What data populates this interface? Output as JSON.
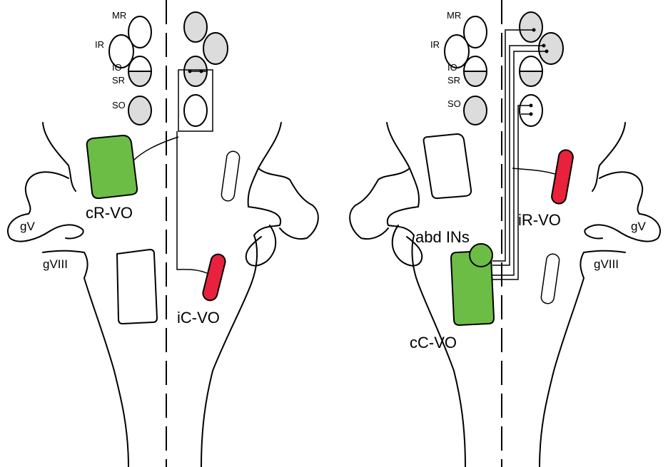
{
  "left_panel": {
    "muscle_labels": [
      "MR",
      "IR",
      "IO",
      "SR",
      "SO"
    ],
    "nucleus_green": "cR-VO",
    "nucleus_red": "iC-VO",
    "ganglion_v": "gV",
    "ganglion_viii": "gVIII"
  },
  "right_panel": {
    "muscle_labels": [
      "MR",
      "IR",
      "IO",
      "SR",
      "SO"
    ],
    "interneurons": "abd INs",
    "nucleus_green": "cC-VO",
    "nucleus_red": "iR-VO",
    "ganglion_v": "gV",
    "ganglion_viii": "gVIII"
  },
  "colors": {
    "green": "#6cbd45",
    "red": "#e8213d",
    "muscle_gray": "#dcdcdc"
  }
}
